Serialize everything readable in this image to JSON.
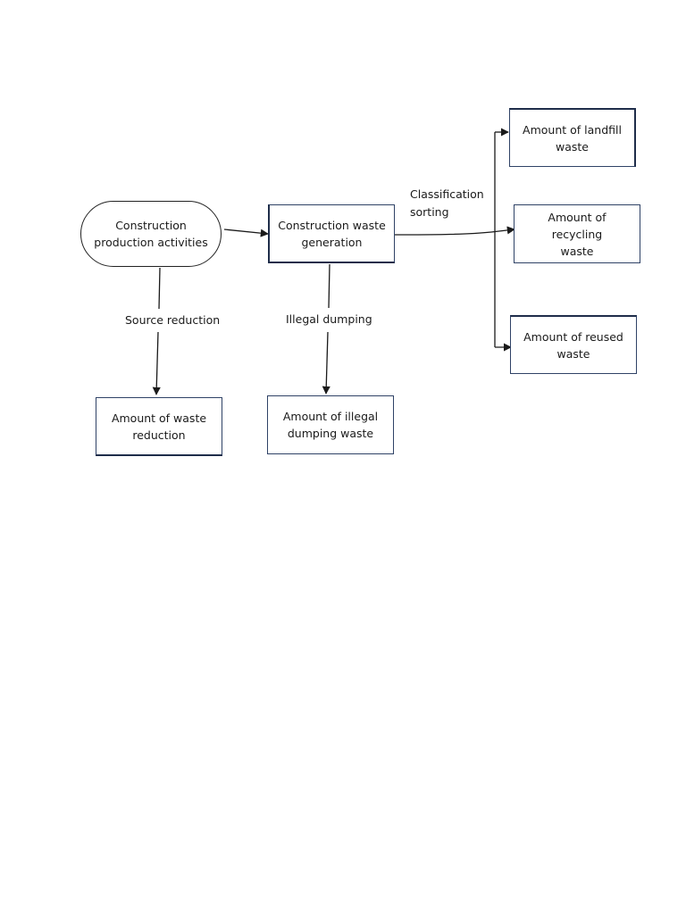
{
  "nodes": {
    "construction_activities": {
      "line1": "Construction",
      "line2": "production activities"
    },
    "waste_generation": {
      "line1": "Construction waste",
      "line2": "generation"
    },
    "waste_reduction": {
      "line1": "Amount of waste",
      "line2": "reduction"
    },
    "illegal_dumping_waste": {
      "line1": "Amount of illegal",
      "line2": "dumping waste"
    },
    "landfill_waste": {
      "line1": "Amount of landfill",
      "line2": "waste"
    },
    "recycling_waste": {
      "line1": "Amount of recycling",
      "line2": "waste"
    },
    "reused_waste": {
      "line1": "Amount of reused",
      "line2": "waste"
    }
  },
  "edge_labels": {
    "source_reduction": "Source reduction",
    "illegal_dumping": "Illegal dumping",
    "classification_line1": "Classification",
    "classification_line2": "sorting"
  },
  "colors": {
    "box_border": "#2f4266",
    "line": "#1a1a1a",
    "text": "#1a1a1a",
    "background": "#ffffff"
  }
}
